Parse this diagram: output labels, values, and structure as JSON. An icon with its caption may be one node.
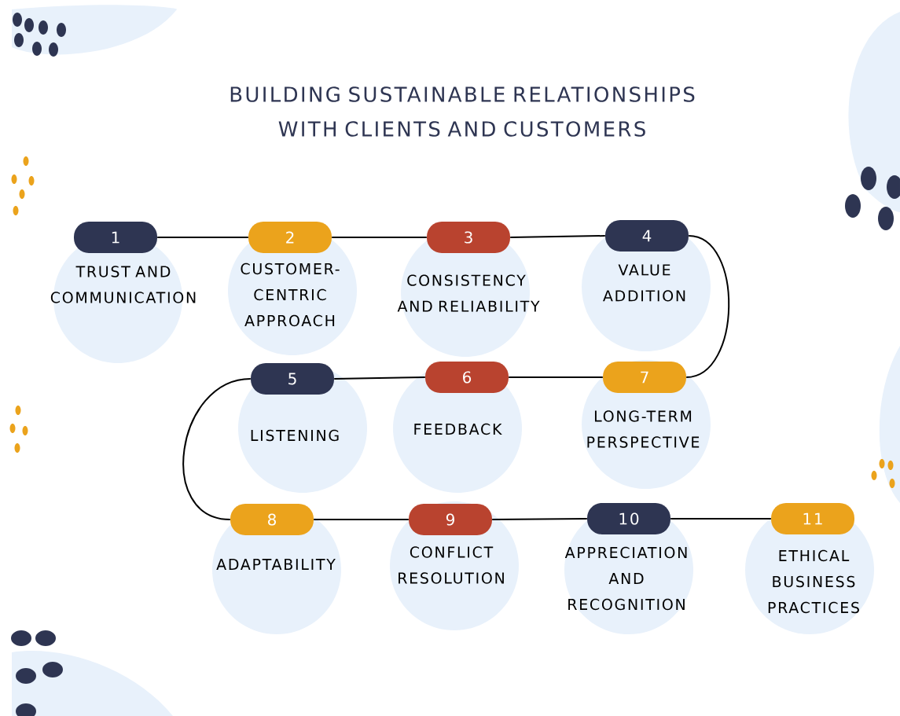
{
  "diagram": {
    "title": "BUILDING SUSTAINABLE RELATIONSHIPS WITH CLIENTS AND CUSTOMERS",
    "nodes": [
      {
        "text": [
          "1"
        ],
        "beside": [
          "TRUST AND COMMUNICATION"
        ]
      },
      {
        "text": [
          "2"
        ],
        "beside": [
          "CUSTOMER-CENTRIC APPROACH"
        ]
      },
      {
        "text": [
          "3"
        ],
        "beside": [
          "CONSISTENCY AND RELIABILITY"
        ]
      },
      {
        "text": [
          "4"
        ],
        "beside": [
          "VALUE ADDITION"
        ]
      },
      {
        "text": [
          "5"
        ],
        "beside": [
          "LISTENING"
        ]
      },
      {
        "text": [
          "6"
        ],
        "beside": [
          "FEEDBACK"
        ]
      },
      {
        "text": [
          "7"
        ],
        "beside": [
          "LONG-TERM PERSPECTIVE"
        ]
      },
      {
        "text": [
          "8"
        ],
        "beside": [
          "ADAPTABILITY"
        ]
      },
      {
        "text": [
          "9"
        ],
        "beside": [
          "CONFLICT RESOLUTION"
        ]
      },
      {
        "text": [
          "10"
        ],
        "beside": [
          "APPRECIATION AND RECOGNITION"
        ]
      },
      {
        "text": [
          "11"
        ],
        "beside": [
          "ETHICAL BUSINESS PRACTICES"
        ]
      }
    ],
    "edges": [
      {
        "from": 0,
        "to": 1,
        "arrow": "none"
      },
      {
        "from": 1,
        "to": 2,
        "arrow": "none"
      },
      {
        "from": 2,
        "to": 3,
        "arrow": "none"
      },
      {
        "from": 3,
        "to": 6,
        "arrow": "none"
      },
      {
        "from": 6,
        "to": 5,
        "arrow": "none"
      },
      {
        "from": 5,
        "to": 4,
        "arrow": "none"
      },
      {
        "from": 4,
        "to": 7,
        "arrow": "none"
      },
      {
        "from": 7,
        "to": 8,
        "arrow": "none"
      },
      {
        "from": 8,
        "to": 9,
        "arrow": "none"
      },
      {
        "from": 9,
        "to": 10,
        "arrow": "none"
      }
    ]
  }
}
